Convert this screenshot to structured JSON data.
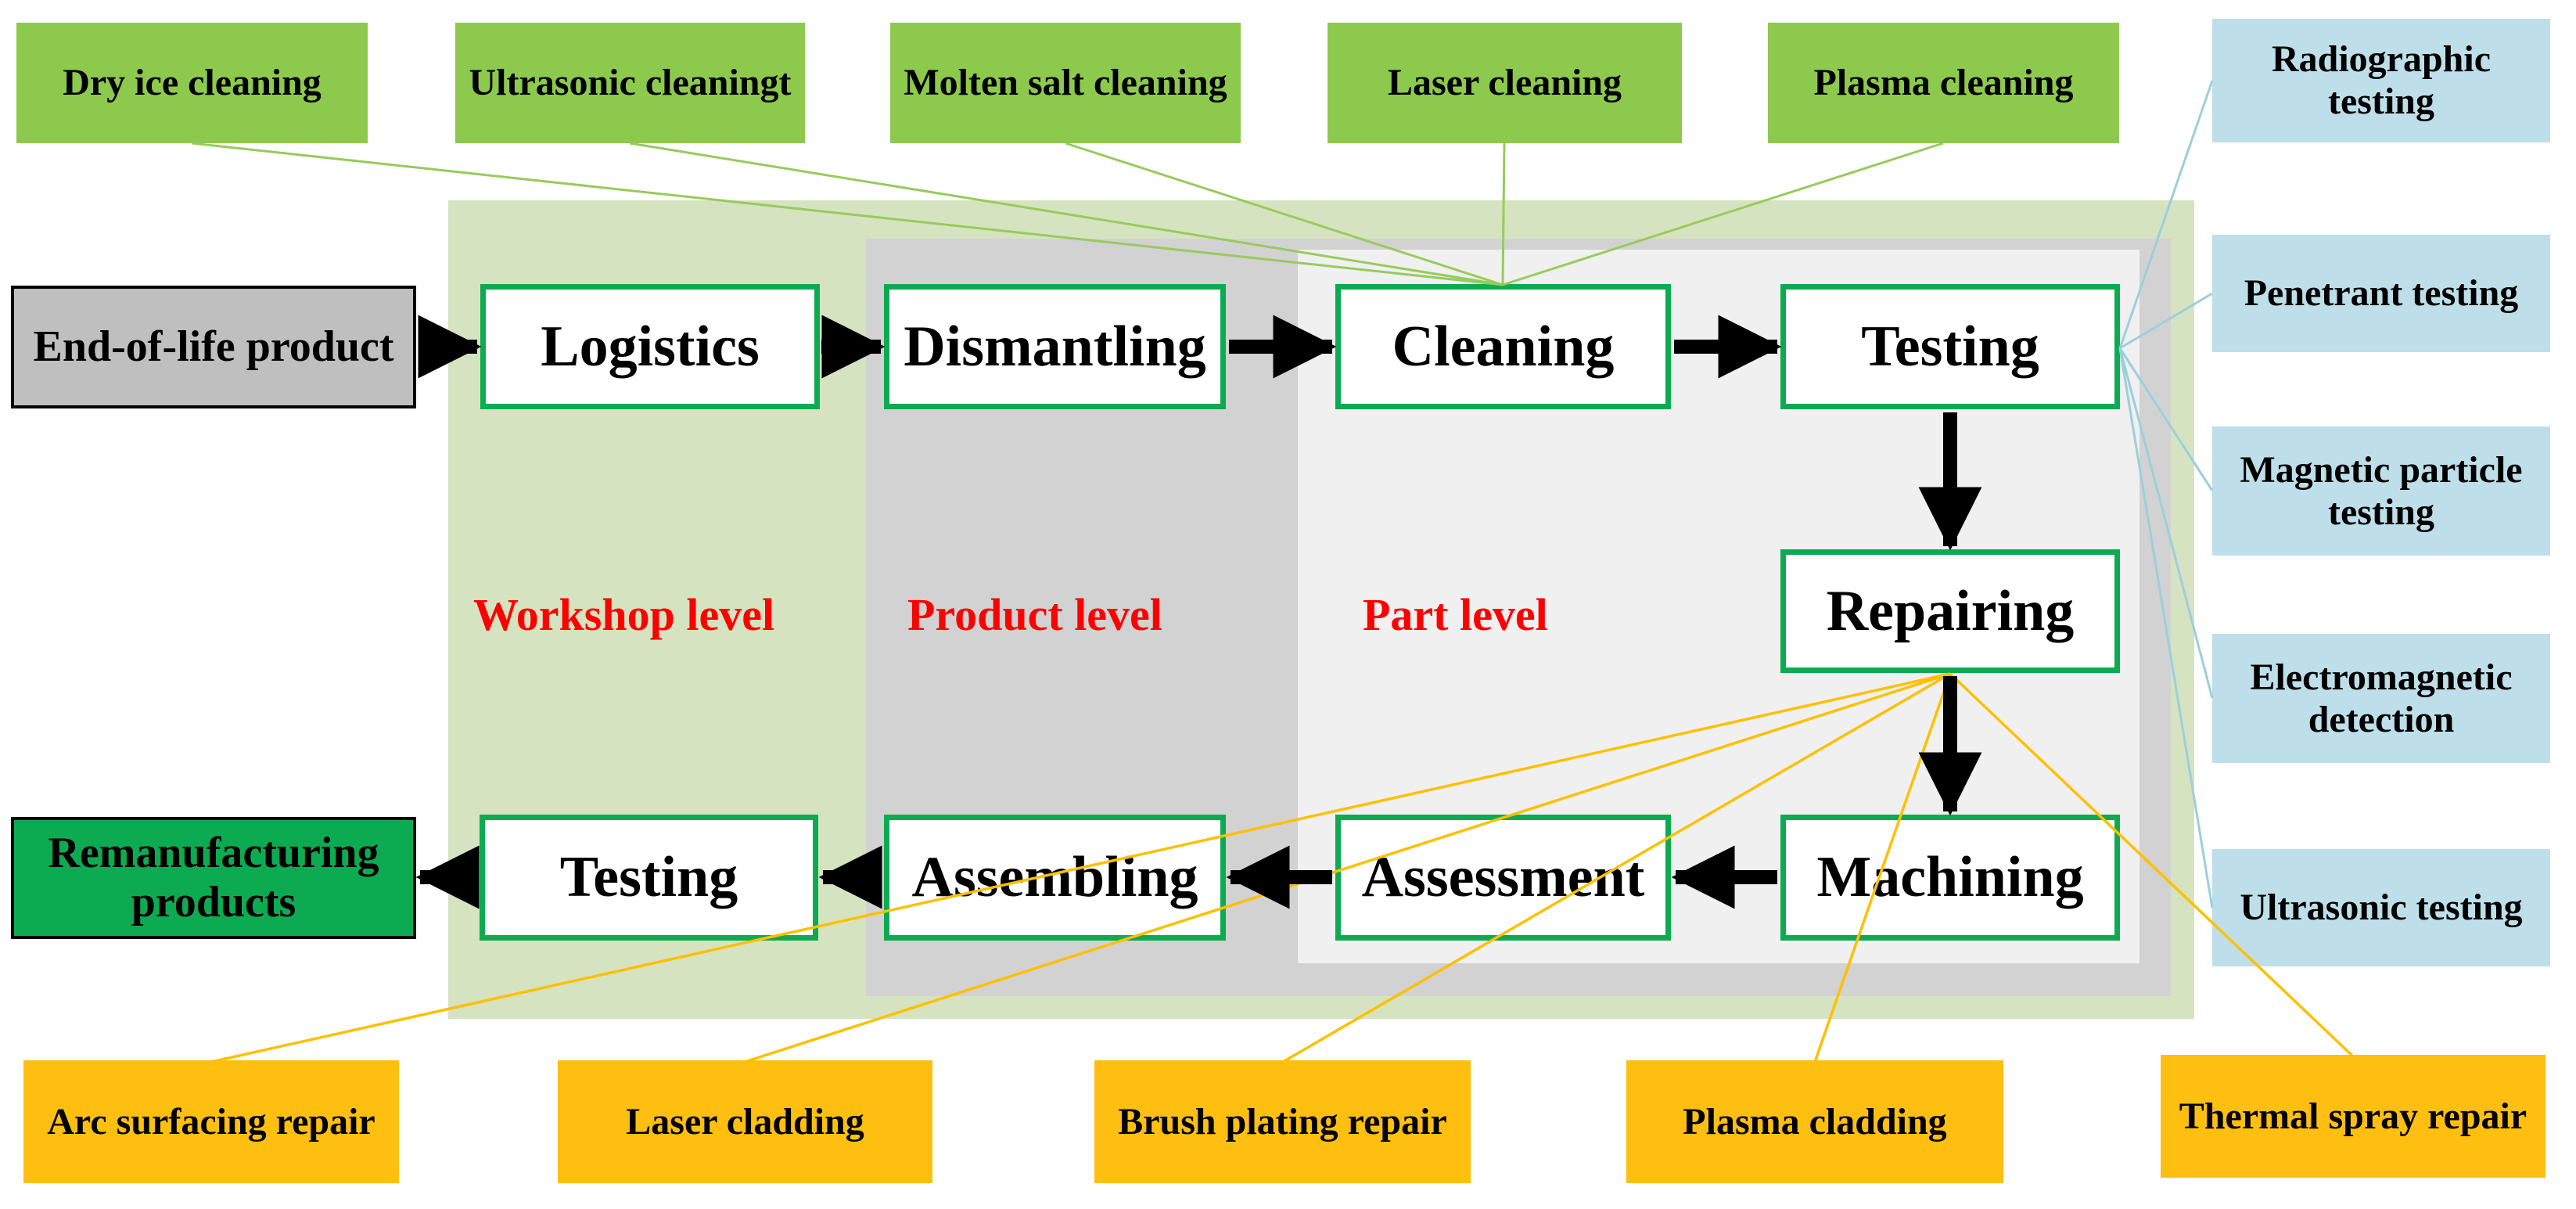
{
  "diagram": {
    "description_visible_text_only": true,
    "zones": {
      "workshop": {
        "label": "Workshop level"
      },
      "product": {
        "label": "Product level"
      },
      "part": {
        "label": "Part level"
      },
      "label_color": "#FF0000",
      "workshop_bg": "#D6E3C1",
      "product_bg": "#D2D2D2",
      "part_bg": "#F0F0F0"
    },
    "endpoints": {
      "start": {
        "label": "End-of-life product",
        "bg": "#BFBFBF"
      },
      "end": {
        "label": "Remanufacturing\nproducts",
        "bg": "#0DAB51"
      }
    },
    "process_steps": [
      {
        "id": "logistics",
        "label": "Logistics"
      },
      {
        "id": "dismantling",
        "label": "Dismantling"
      },
      {
        "id": "cleaning",
        "label": "Cleaning"
      },
      {
        "id": "testing",
        "label": "Testing"
      },
      {
        "id": "repairing",
        "label": "Repairing"
      },
      {
        "id": "machining",
        "label": "Machining"
      },
      {
        "id": "assessment",
        "label": "Assessment"
      },
      {
        "id": "assembling",
        "label": "Assembling"
      },
      {
        "id": "final-testing",
        "label": "Testing"
      }
    ],
    "cleaning_methods": {
      "box_color": "#8DC94D",
      "line_color": "#97CB5B",
      "items": [
        {
          "label": "Dry ice cleaning"
        },
        {
          "label": "Ultrasonic cleaningt"
        },
        {
          "label": "Molten salt cleaning"
        },
        {
          "label": "Laser cleaning"
        },
        {
          "label": "Plasma cleaning"
        }
      ]
    },
    "testing_methods": {
      "box_color": "#BEDFE9",
      "line_color": "#9CCFDC",
      "items": [
        {
          "label": "Radiographic\ntesting"
        },
        {
          "label": "Penetrant testing"
        },
        {
          "label": "Magnetic particle\ntesting"
        },
        {
          "label": "Electromagnetic\ndetection"
        },
        {
          "label": "Ultrasonic testing"
        }
      ]
    },
    "repair_methods": {
      "box_color": "#FEBF10",
      "line_color": "#FFC000",
      "items": [
        {
          "label": "Arc surfacing repair"
        },
        {
          "label": "Laser cladding"
        },
        {
          "label": "Brush plating repair"
        },
        {
          "label": "Plasma cladding"
        },
        {
          "label": "Thermal spray repair"
        }
      ]
    },
    "accent_colors": {
      "process_border_green": "#0DAB51",
      "arrow_black": "#000000"
    }
  }
}
